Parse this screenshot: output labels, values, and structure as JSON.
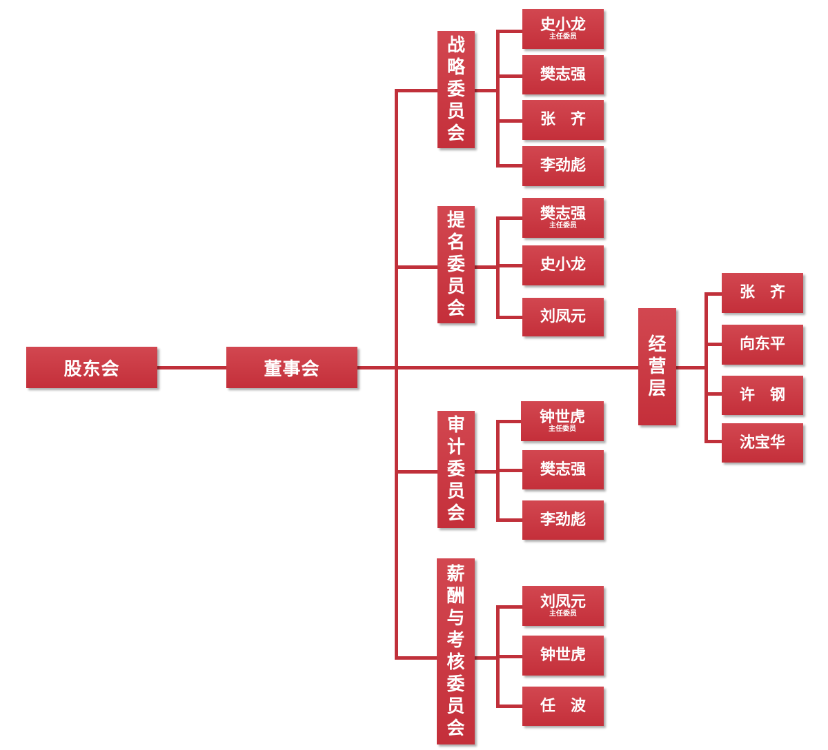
{
  "colors": {
    "box": "#c42f3a",
    "line": "#c0303a",
    "text": "#ffffff"
  },
  "root": {
    "shareholders": "股东会",
    "board": "董事会"
  },
  "management": {
    "label": "经营层",
    "members": [
      "张　齐",
      "向东平",
      "许　钢",
      "沈宝华"
    ]
  },
  "committees": [
    {
      "name": "战略委员会",
      "members": [
        {
          "name": "史小龙",
          "role": "主任委员"
        },
        {
          "name": "樊志强",
          "role": ""
        },
        {
          "name": "张　齐",
          "role": ""
        },
        {
          "name": "李劲彪",
          "role": ""
        }
      ]
    },
    {
      "name": "提名委员会",
      "members": [
        {
          "name": "樊志强",
          "role": "主任委员"
        },
        {
          "name": "史小龙",
          "role": ""
        },
        {
          "name": "刘凤元",
          "role": ""
        }
      ]
    },
    {
      "name": "审计委员会",
      "members": [
        {
          "name": "钟世虎",
          "role": "主任委员"
        },
        {
          "name": "樊志强",
          "role": ""
        },
        {
          "name": "李劲彪",
          "role": ""
        }
      ]
    },
    {
      "name": "薪酬与考核委员会",
      "members": [
        {
          "name": "刘凤元",
          "role": "主任委员"
        },
        {
          "name": "钟世虎",
          "role": ""
        },
        {
          "name": "任　波",
          "role": ""
        }
      ]
    }
  ]
}
